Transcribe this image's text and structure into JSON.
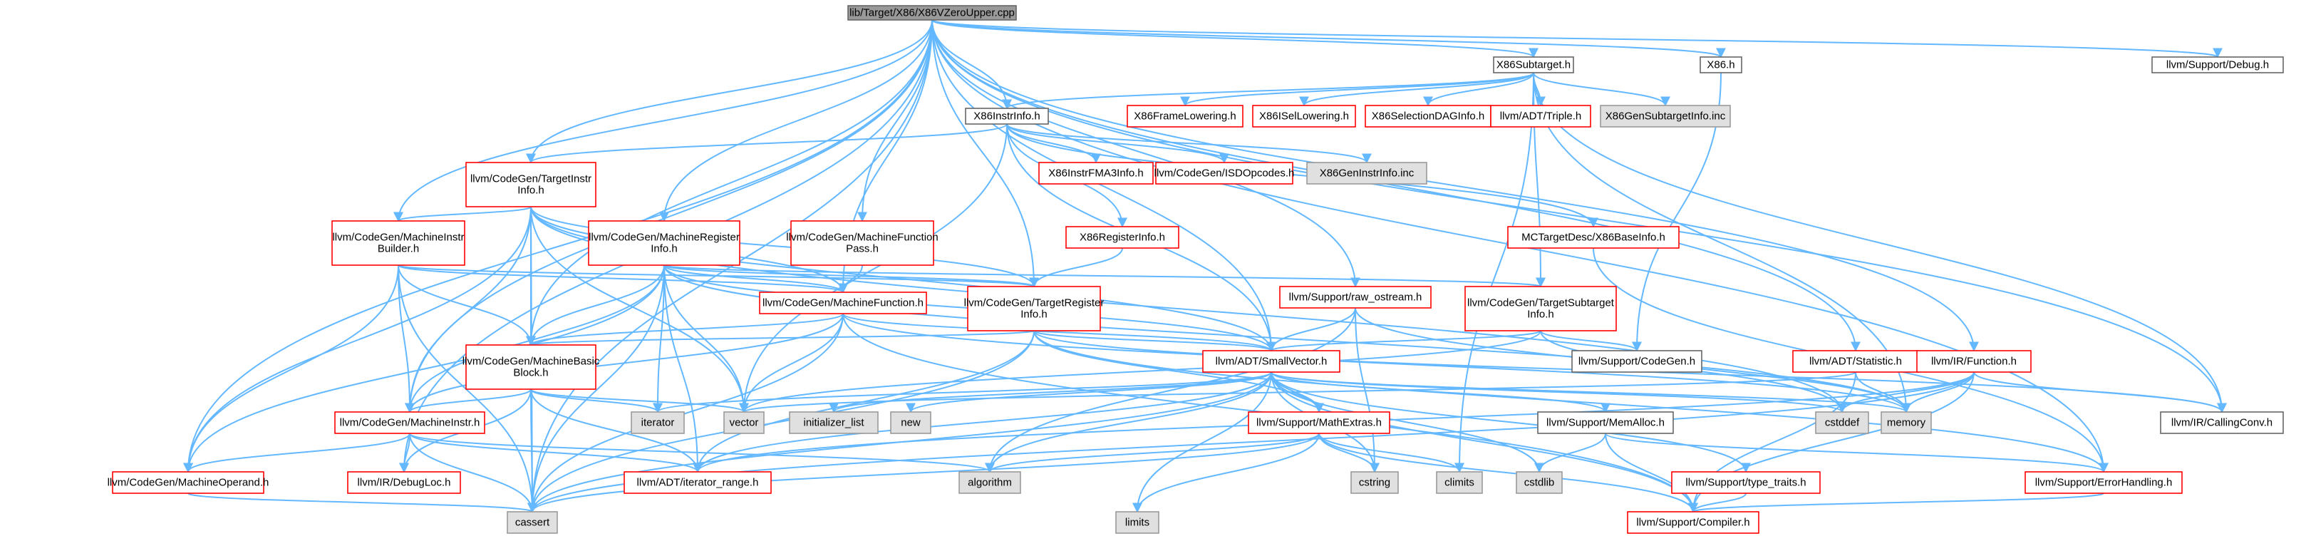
{
  "colors": {
    "edge": "#63b8ff",
    "root_fill": "#999999",
    "root_border": "#666666",
    "linked_border": "#ff0000",
    "plain_border": "#666666",
    "external_fill": "#e0e0e0",
    "external_border": "#999999",
    "node_fill": "#ffffff"
  },
  "nodes": [
    {
      "id": "root",
      "lines": [
        "lib/Target/X86/X86VZeroUpper.cpp"
      ],
      "style": "root"
    },
    {
      "id": "x86sub",
      "lines": [
        "X86Subtarget.h"
      ],
      "style": "plain"
    },
    {
      "id": "x86h",
      "lines": [
        "X86.h"
      ],
      "style": "plain"
    },
    {
      "id": "debug",
      "lines": [
        "llvm/Support/Debug.h"
      ],
      "style": "plain"
    },
    {
      "id": "x86instrinfo",
      "lines": [
        "X86InstrInfo.h"
      ],
      "style": "plain"
    },
    {
      "id": "framelow",
      "lines": [
        "X86FrameLowering.h"
      ],
      "style": "red"
    },
    {
      "id": "isel",
      "lines": [
        "X86ISelLowering.h"
      ],
      "style": "red"
    },
    {
      "id": "seldag",
      "lines": [
        "X86SelectionDAGInfo.h"
      ],
      "style": "red"
    },
    {
      "id": "triple",
      "lines": [
        "llvm/ADT/Triple.h"
      ],
      "style": "red"
    },
    {
      "id": "gensub",
      "lines": [
        "X86GenSubtargetInfo.inc"
      ],
      "style": "ext"
    },
    {
      "id": "tii",
      "lines": [
        "llvm/CodeGen/TargetInstr",
        "Info.h"
      ],
      "style": "red"
    },
    {
      "id": "fma3",
      "lines": [
        "X86InstrFMA3Info.h"
      ],
      "style": "red"
    },
    {
      "id": "isdop",
      "lines": [
        "llvm/CodeGen/ISDOpcodes.h"
      ],
      "style": "red"
    },
    {
      "id": "geninstr",
      "lines": [
        "X86GenInstrInfo.inc"
      ],
      "style": "ext"
    },
    {
      "id": "mib",
      "lines": [
        "llvm/CodeGen/MachineInstr",
        "Builder.h"
      ],
      "style": "red"
    },
    {
      "id": "mri",
      "lines": [
        "llvm/CodeGen/MachineRegister",
        "Info.h"
      ],
      "style": "red"
    },
    {
      "id": "mfp",
      "lines": [
        "llvm/CodeGen/MachineFunction",
        "Pass.h"
      ],
      "style": "red"
    },
    {
      "id": "x86reg",
      "lines": [
        "X86RegisterInfo.h"
      ],
      "style": "red"
    },
    {
      "id": "mctarget",
      "lines": [
        "MCTargetDesc/X86BaseInfo.h"
      ],
      "style": "red"
    },
    {
      "id": "mf",
      "lines": [
        "llvm/CodeGen/MachineFunction.h"
      ],
      "style": "red"
    },
    {
      "id": "tri",
      "lines": [
        "llvm/CodeGen/TargetRegister",
        "Info.h"
      ],
      "style": "red"
    },
    {
      "id": "rawos",
      "lines": [
        "llvm/Support/raw_ostream.h"
      ],
      "style": "red"
    },
    {
      "id": "tsi",
      "lines": [
        "llvm/CodeGen/TargetSubtarget",
        "Info.h"
      ],
      "style": "red"
    },
    {
      "id": "mbb",
      "lines": [
        "llvm/CodeGen/MachineBasic",
        "Block.h"
      ],
      "style": "red"
    },
    {
      "id": "smallvec",
      "lines": [
        "llvm/ADT/SmallVector.h"
      ],
      "style": "red"
    },
    {
      "id": "scodegen",
      "lines": [
        "llvm/Support/CodeGen.h"
      ],
      "style": "plain"
    },
    {
      "id": "statistic",
      "lines": [
        "llvm/ADT/Statistic.h"
      ],
      "style": "red"
    },
    {
      "id": "function",
      "lines": [
        "llvm/IR/Function.h"
      ],
      "style": "red"
    },
    {
      "id": "mi",
      "lines": [
        "llvm/CodeGen/MachineInstr.h"
      ],
      "style": "red"
    },
    {
      "id": "iterator",
      "lines": [
        "iterator"
      ],
      "style": "ext"
    },
    {
      "id": "vector",
      "lines": [
        "vector"
      ],
      "style": "ext"
    },
    {
      "id": "initlist",
      "lines": [
        "initializer_list"
      ],
      "style": "ext"
    },
    {
      "id": "new",
      "lines": [
        "new"
      ],
      "style": "ext"
    },
    {
      "id": "mathext",
      "lines": [
        "llvm/Support/MathExtras.h"
      ],
      "style": "red"
    },
    {
      "id": "memalloc",
      "lines": [
        "llvm/Support/MemAlloc.h"
      ],
      "style": "plain"
    },
    {
      "id": "cstddef",
      "lines": [
        "cstddef"
      ],
      "style": "ext"
    },
    {
      "id": "memory",
      "lines": [
        "memory"
      ],
      "style": "ext"
    },
    {
      "id": "callconv",
      "lines": [
        "llvm/IR/CallingConv.h"
      ],
      "style": "plain"
    },
    {
      "id": "mo",
      "lines": [
        "llvm/CodeGen/MachineOperand.h"
      ],
      "style": "red"
    },
    {
      "id": "debugloc",
      "lines": [
        "llvm/IR/DebugLoc.h"
      ],
      "style": "red"
    },
    {
      "id": "iterrange",
      "lines": [
        "llvm/ADT/iterator_range.h"
      ],
      "style": "red"
    },
    {
      "id": "algorithm",
      "lines": [
        "algorithm"
      ],
      "style": "ext"
    },
    {
      "id": "limits",
      "lines": [
        "limits"
      ],
      "style": "ext"
    },
    {
      "id": "cstring",
      "lines": [
        "cstring"
      ],
      "style": "ext"
    },
    {
      "id": "climits",
      "lines": [
        "climits"
      ],
      "style": "ext"
    },
    {
      "id": "cstdlib",
      "lines": [
        "cstdlib"
      ],
      "style": "ext"
    },
    {
      "id": "typetraits",
      "lines": [
        "llvm/Support/type_traits.h"
      ],
      "style": "red"
    },
    {
      "id": "errhandling",
      "lines": [
        "llvm/Support/ErrorHandling.h"
      ],
      "style": "red"
    },
    {
      "id": "cassert",
      "lines": [
        "cassert"
      ],
      "style": "ext"
    },
    {
      "id": "compiler",
      "lines": [
        "llvm/Support/Compiler.h"
      ],
      "style": "red"
    }
  ],
  "edges": [
    [
      "root",
      "x86sub"
    ],
    [
      "root",
      "x86h"
    ],
    [
      "root",
      "debug"
    ],
    [
      "root",
      "x86instrinfo"
    ],
    [
      "root",
      "tii"
    ],
    [
      "root",
      "mib"
    ],
    [
      "root",
      "mri"
    ],
    [
      "root",
      "mfp"
    ],
    [
      "root",
      "mf"
    ],
    [
      "root",
      "tri"
    ],
    [
      "root",
      "mbb"
    ],
    [
      "root",
      "mi"
    ],
    [
      "root",
      "mo"
    ],
    [
      "root",
      "debugloc"
    ],
    [
      "root",
      "cassert"
    ],
    [
      "root",
      "smallvec"
    ],
    [
      "root",
      "statistic"
    ],
    [
      "root",
      "function"
    ],
    [
      "root",
      "callconv"
    ],
    [
      "root",
      "errhandling"
    ],
    [
      "root",
      "rawos"
    ],
    [
      "x86sub",
      "x86instrinfo"
    ],
    [
      "x86sub",
      "framelow"
    ],
    [
      "x86sub",
      "isel"
    ],
    [
      "x86sub",
      "seldag"
    ],
    [
      "x86sub",
      "triple"
    ],
    [
      "x86sub",
      "gensub"
    ],
    [
      "x86sub",
      "tsi"
    ],
    [
      "x86sub",
      "callconv"
    ],
    [
      "x86sub",
      "memory"
    ],
    [
      "x86sub",
      "climits"
    ],
    [
      "x86h",
      "scodegen"
    ],
    [
      "x86instrinfo",
      "tii"
    ],
    [
      "x86instrinfo",
      "fma3"
    ],
    [
      "x86instrinfo",
      "isdop"
    ],
    [
      "x86instrinfo",
      "geninstr"
    ],
    [
      "x86instrinfo",
      "x86reg"
    ],
    [
      "x86instrinfo",
      "mctarget"
    ],
    [
      "x86instrinfo",
      "smallvec"
    ],
    [
      "x86instrinfo",
      "vector"
    ],
    [
      "tii",
      "mib"
    ],
    [
      "tii",
      "mf"
    ],
    [
      "tii",
      "mbb"
    ],
    [
      "tii",
      "mi"
    ],
    [
      "tii",
      "mo"
    ],
    [
      "tii",
      "smallvec"
    ],
    [
      "tii",
      "cassert"
    ],
    [
      "tii",
      "vector"
    ],
    [
      "tii",
      "cstddef"
    ],
    [
      "tii",
      "tri"
    ],
    [
      "mib",
      "mf"
    ],
    [
      "mib",
      "mbb"
    ],
    [
      "mib",
      "mi"
    ],
    [
      "mib",
      "mo"
    ],
    [
      "mib",
      "tri"
    ],
    [
      "mib",
      "cassert"
    ],
    [
      "mib",
      "cstdint"
    ],
    [
      "mri",
      "mf"
    ],
    [
      "mri",
      "mbb"
    ],
    [
      "mri",
      "mi"
    ],
    [
      "mri",
      "mo"
    ],
    [
      "mri",
      "tri"
    ],
    [
      "mri",
      "smallvec"
    ],
    [
      "mri",
      "iterrange"
    ],
    [
      "mri",
      "iterator"
    ],
    [
      "mri",
      "vector"
    ],
    [
      "mri",
      "memory"
    ],
    [
      "mri",
      "cassert"
    ],
    [
      "mri",
      "tsi"
    ],
    [
      "mfp",
      "mf"
    ],
    [
      "x86reg",
      "tri"
    ],
    [
      "mctarget",
      "errhandling"
    ],
    [
      "mf",
      "mbb"
    ],
    [
      "mf",
      "smallvec"
    ],
    [
      "mf",
      "cassert"
    ],
    [
      "mf",
      "vector"
    ],
    [
      "mf",
      "memory"
    ],
    [
      "mf",
      "compiler"
    ],
    [
      "mf",
      "mi"
    ],
    [
      "tri",
      "mbb"
    ],
    [
      "tri",
      "smallvec"
    ],
    [
      "tri",
      "iterrange"
    ],
    [
      "tri",
      "mathext"
    ],
    [
      "tri",
      "cassert"
    ],
    [
      "tri",
      "callconv"
    ],
    [
      "tri",
      "errhandling"
    ],
    [
      "rawos",
      "smallvec"
    ],
    [
      "rawos",
      "cstring"
    ],
    [
      "rawos",
      "cstddef"
    ],
    [
      "rawos",
      "algorithm"
    ],
    [
      "tsi",
      "smallvec"
    ],
    [
      "tsi",
      "scodegen"
    ],
    [
      "tsi",
      "memory"
    ],
    [
      "tsi",
      "vector"
    ],
    [
      "mbb",
      "mi"
    ],
    [
      "mbb",
      "iterator"
    ],
    [
      "mbb",
      "vector"
    ],
    [
      "mbb",
      "cassert"
    ],
    [
      "mbb",
      "iterrange"
    ],
    [
      "mbb",
      "debugloc"
    ],
    [
      "smallvec",
      "initlist"
    ],
    [
      "smallvec",
      "new"
    ],
    [
      "smallvec",
      "mathext"
    ],
    [
      "smallvec",
      "memalloc"
    ],
    [
      "smallvec",
      "cstddef"
    ],
    [
      "smallvec",
      "memory"
    ],
    [
      "smallvec",
      "typetraits"
    ],
    [
      "smallvec",
      "iterator"
    ],
    [
      "smallvec",
      "cassert"
    ],
    [
      "smallvec",
      "algorithm"
    ],
    [
      "smallvec",
      "limits"
    ],
    [
      "smallvec",
      "cstring"
    ],
    [
      "smallvec",
      "cstdlib"
    ],
    [
      "smallvec",
      "compiler"
    ],
    [
      "smallvec",
      "iterrange"
    ],
    [
      "statistic",
      "memory"
    ],
    [
      "statistic",
      "vector"
    ],
    [
      "statistic",
      "compiler"
    ],
    [
      "function",
      "callconv"
    ],
    [
      "function",
      "iterrange"
    ],
    [
      "function",
      "memory"
    ],
    [
      "function",
      "cassert"
    ],
    [
      "function",
      "compiler"
    ],
    [
      "function",
      "cstddef"
    ],
    [
      "mi",
      "mo"
    ],
    [
      "mi",
      "debugloc"
    ],
    [
      "mi",
      "iterrange"
    ],
    [
      "mi",
      "cassert"
    ],
    [
      "mi",
      "algorithm"
    ],
    [
      "mathext",
      "algorithm"
    ],
    [
      "mathext",
      "limits"
    ],
    [
      "mathext",
      "cstring"
    ],
    [
      "mathext",
      "climits"
    ],
    [
      "mathext",
      "cassert"
    ],
    [
      "mathext",
      "compiler"
    ],
    [
      "memalloc",
      "cstdlib"
    ],
    [
      "memalloc",
      "compiler"
    ],
    [
      "memalloc",
      "errhandling"
    ],
    [
      "typetraits",
      "compiler"
    ],
    [
      "errhandling",
      "compiler"
    ],
    [
      "mo",
      "cassert"
    ]
  ]
}
